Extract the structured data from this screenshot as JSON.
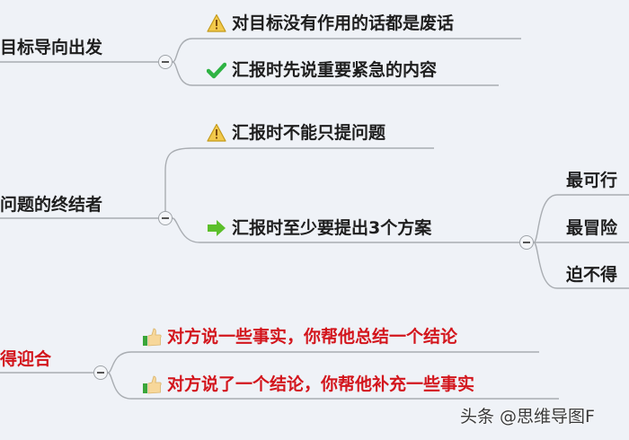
{
  "mindmap": {
    "branches": [
      {
        "label": "目标导向出发",
        "color": "#1e1e1e",
        "collapse_toggle": "−",
        "children": [
          {
            "icon": "warning-icon",
            "label": "对目标没有作用的话都是废话"
          },
          {
            "icon": "checkmark-icon",
            "label": "汇报时先说重要紧急的内容"
          }
        ]
      },
      {
        "label": "问题的终结者",
        "color": "#1e1e1e",
        "collapse_toggle": "−",
        "children": [
          {
            "icon": "warning-icon",
            "label": "汇报时不能只提问题"
          },
          {
            "icon": "arrow-right-icon",
            "label": "汇报时至少要提出3个方案",
            "collapse_toggle": "−",
            "children": [
              {
                "label": "最可行"
              },
              {
                "label": "最冒险"
              },
              {
                "label": "迫不得"
              }
            ]
          }
        ]
      },
      {
        "label": "得迎合",
        "color": "#d3161d",
        "collapse_toggle": "−",
        "children": [
          {
            "icon": "thumbs-up-icon",
            "label": "对方说一些事实，你帮他总结一个结论"
          },
          {
            "icon": "thumbs-up-icon",
            "label": "对方说了一个结论，你帮他补充一些事实"
          }
        ]
      }
    ],
    "colors": {
      "background": "#eff2f7",
      "connector": "#a9adb2",
      "text": "#1e1e1e",
      "highlight_text": "#d3161d",
      "warning_fill": "#f2c94c",
      "check_green": "#2fb344",
      "arrow_green": "#5bbf2a"
    }
  },
  "watermark": "头条 @思维导图F"
}
